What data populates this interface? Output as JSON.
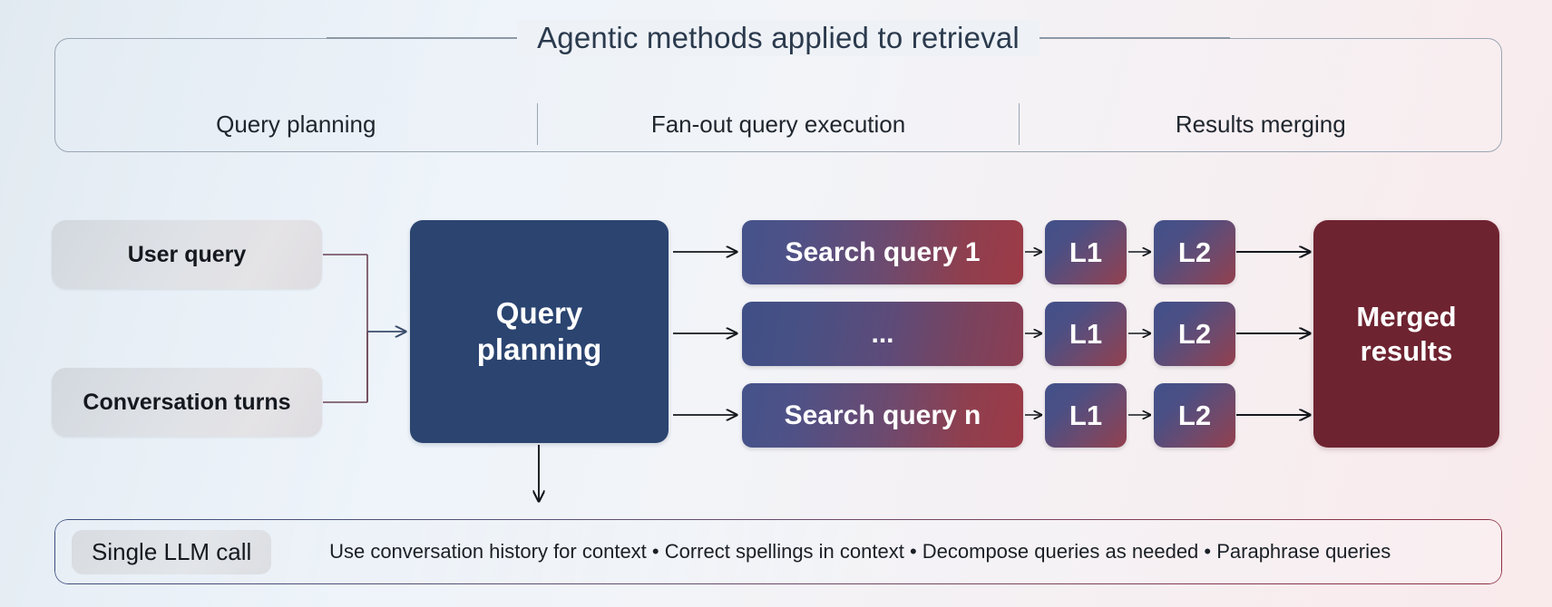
{
  "header": {
    "title": "Agentic methods applied to retrieval",
    "stages": [
      {
        "label": "Query planning"
      },
      {
        "label": "Fan-out query execution"
      },
      {
        "label": "Results merging"
      }
    ]
  },
  "flow": {
    "inputs": [
      {
        "label": "User query"
      },
      {
        "label": "Conversation turns"
      }
    ],
    "planner": {
      "label": "Query\nplanning",
      "line1": "Query",
      "line2": "planning"
    },
    "search_queries": [
      {
        "label": "Search query 1"
      },
      {
        "label": "..."
      },
      {
        "label": "Search query n"
      }
    ],
    "rankers": [
      {
        "l1": "L1",
        "l2": "L2"
      },
      {
        "l1": "L1",
        "l2": "L2"
      },
      {
        "l1": "L1",
        "l2": "L2"
      }
    ],
    "merged": {
      "line1": "Merged",
      "line2": "results"
    }
  },
  "footer": {
    "pill": "Single LLM call",
    "description": "Use conversation history for context  •  Correct spellings in context  •  Decompose queries as needed  •  Paraphrase queries"
  },
  "colors": {
    "planner_blue": "#2b4470",
    "merged_maroon": "#6e2330",
    "gradient_start_blue": "#44538b",
    "gradient_end_maroon": "#9d3a46",
    "panel_border": "#9aa6b2",
    "title_text": "#2b3a4d",
    "body_text": "#20262e",
    "connector_line": "#6b4356"
  }
}
